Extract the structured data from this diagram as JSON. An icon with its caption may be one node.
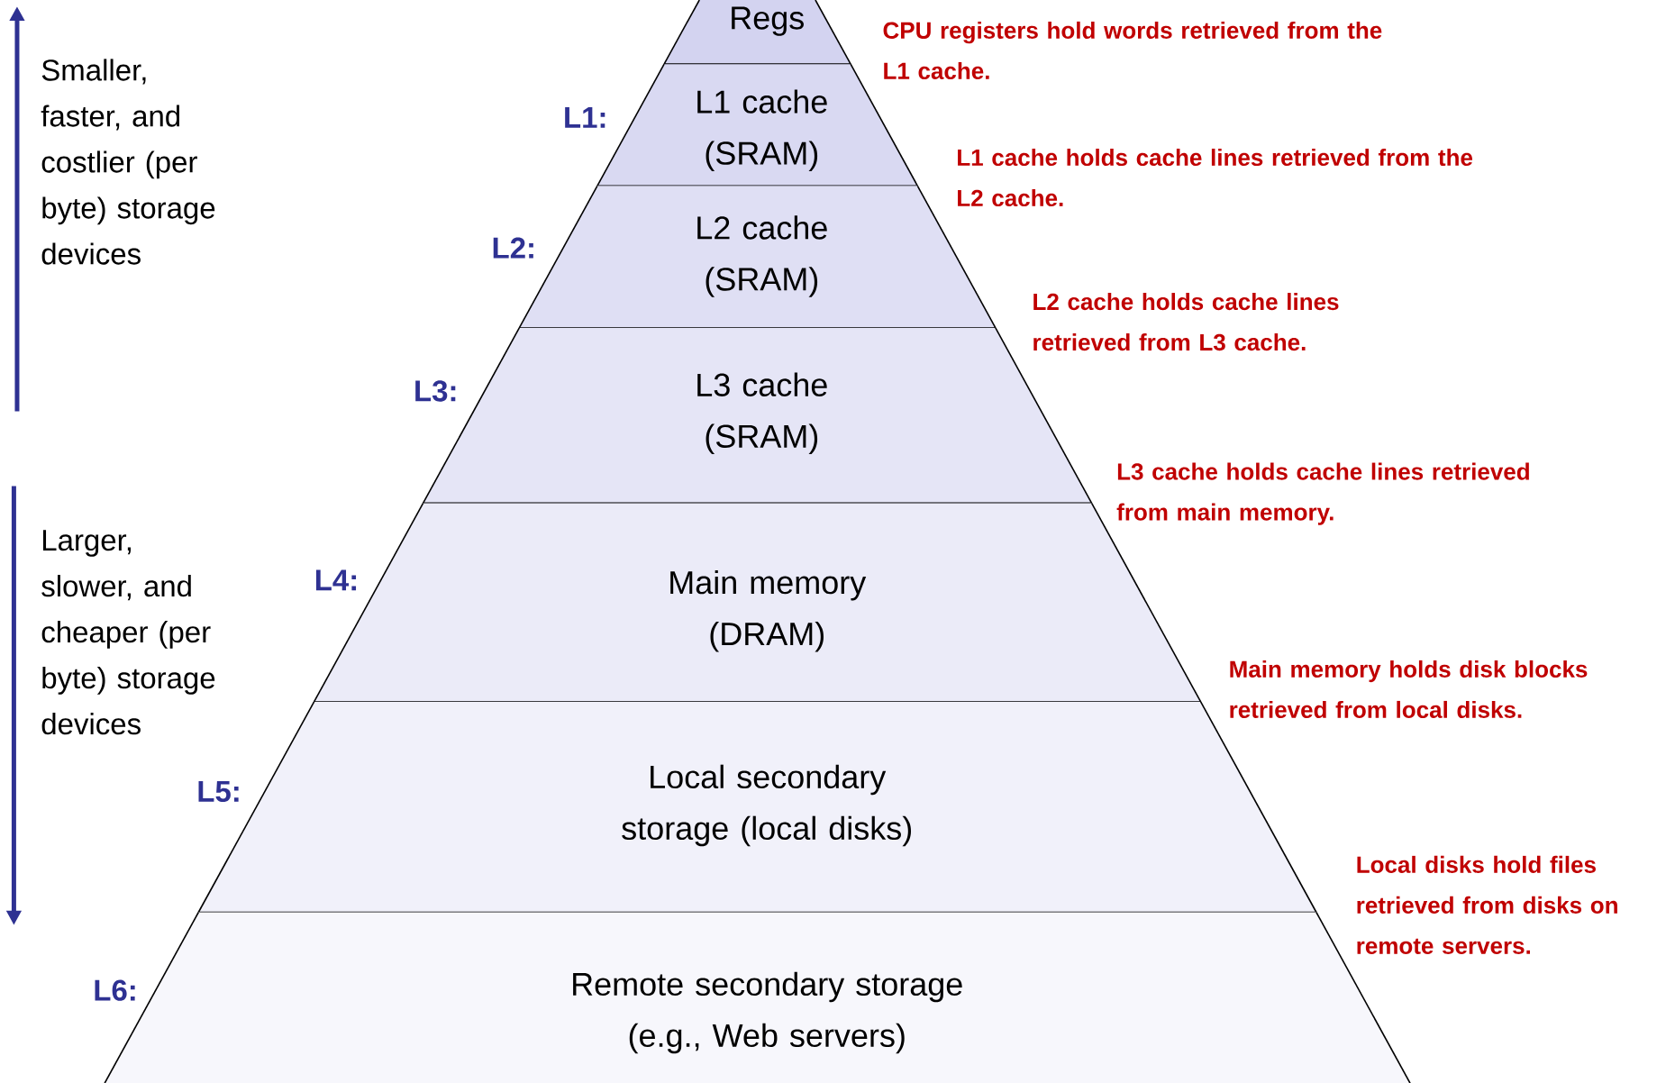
{
  "diagram": {
    "nodes": [
      {
        "text": [
          "Regs"
        ]
      },
      {
        "text": [
          "L1 cache (SRAM)"
        ]
      },
      {
        "text": [
          "L2 cache (SRAM)"
        ]
      },
      {
        "text": [
          "L3 cache (SRAM)"
        ]
      },
      {
        "text": [
          "Main memory (DRAM)"
        ]
      },
      {
        "text": [
          "Local secondary storage (local disks)"
        ]
      },
      {
        "text": [
          "Remote secondary storage (e.g., Web servers)"
        ]
      }
    ],
    "labels": [
      "Smaller, faster, and costlier (per byte) storage devices",
      "Larger, slower, and cheaper (per byte) storage devices",
      "L1:",
      "L2:",
      "L3:",
      "L4:",
      "L5:",
      "L6:",
      "CPU registers hold words retrieved from the L1 cache.",
      "L1 cache holds cache lines retrieved from the L2 cache.",
      "L2 cache holds cache lines retrieved from L3 cache.",
      "L3 cache holds cache lines retrieved from main memory.",
      "Main memory holds disk blocks retrieved from local disks.",
      "Local disks hold files retrieved from disks on remote servers."
    ]
  }
}
